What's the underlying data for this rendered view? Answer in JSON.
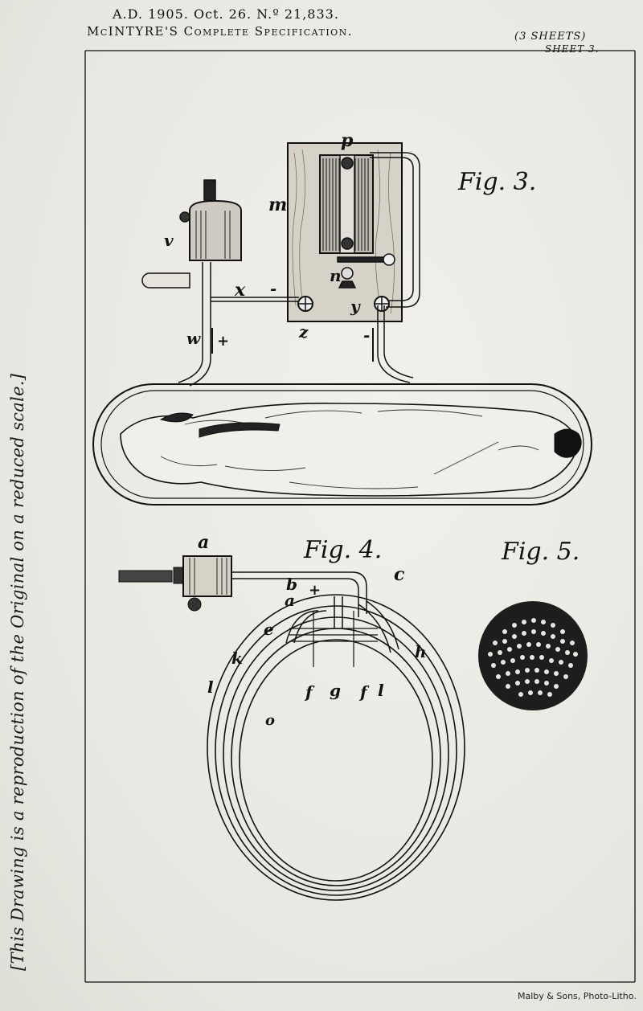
{
  "header": {
    "line1": "A.D. 1905. Oct. 26. N.º 21,833.",
    "line2": "McINTYRE'S Complete Specification.",
    "sheets": "(3 SHEETS)",
    "sheet_no": "SHEET 3."
  },
  "side_note": "[This Drawing is a reproduction of the Original on a reduced scale.]",
  "figures": {
    "fig3": "Fig. 3.",
    "fig4": "Fig. 4.",
    "fig5": "Fig. 5."
  },
  "labels": {
    "p": "p",
    "m": "m",
    "v": "v",
    "x": "x",
    "x_minus": "-",
    "n": "n",
    "y": "y",
    "z": "z",
    "w": "w",
    "plus1": "+",
    "minus1": "-",
    "a": "a",
    "c": "c",
    "b": "b",
    "a2": "a",
    "plus2": "+",
    "e": "e",
    "k": "k",
    "h": "h",
    "l1": "l",
    "f1": "f",
    "g": "g",
    "f2": "f",
    "l2": "l",
    "o": "o"
  },
  "credit": "Malby & Sons, Photo-Litho."
}
